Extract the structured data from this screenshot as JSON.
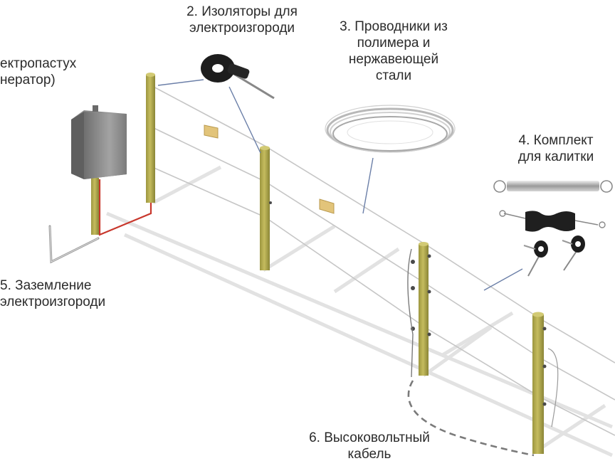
{
  "labels": {
    "generator": [
      "ектропастух",
      "нератор)"
    ],
    "insulators": [
      "2. Изоляторы для",
      "электроизгороди"
    ],
    "conductors": [
      "3. Проводники из",
      "полимера и",
      "нержавеющей",
      "стали"
    ],
    "gate_kit": [
      "4. Комплект",
      "для калитки"
    ],
    "grounding": [
      "5. Заземление",
      "электроизгороди"
    ],
    "hv_cable": [
      "6. Высоковольтный",
      "кабель"
    ]
  },
  "colors": {
    "post": "#b5ac4f",
    "post_shade": "#8f8a38",
    "wire": "#c4c4c4",
    "shadow": "#d8d8d8",
    "red_cable": "#c8372c",
    "box": "#8d8d8d",
    "insulator": "#1d1d1d",
    "warning_sign": "#e2c47a",
    "leader": "#6b7fa8",
    "text": "#2b2b2b"
  },
  "icons": [
    "fence-energizer-box-icon",
    "ring-insulator-icon",
    "wire-coil-icon",
    "gate-spring-icon",
    "gate-handle-icon",
    "ground-rod-icon"
  ]
}
